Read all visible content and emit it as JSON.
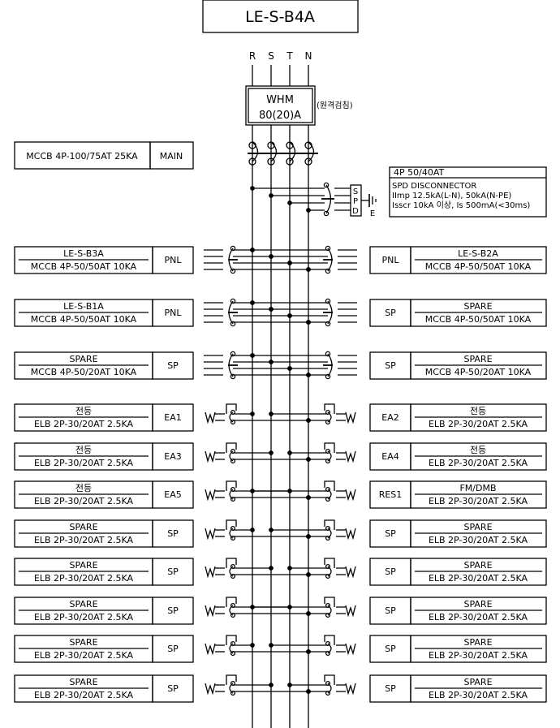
{
  "panel_title": "LE-S-B4A",
  "phases": [
    "R",
    "S",
    "T",
    "N"
  ],
  "meter": {
    "label": "WHM",
    "rating": "80(20)A",
    "note": "(원격검침)"
  },
  "main_breaker": {
    "spec": "MCCB 4P-100/75AT 25KA",
    "tag": "MAIN"
  },
  "spd": {
    "label_letters": [
      "S",
      "P",
      "D"
    ],
    "ground_label": "E",
    "info_line1": "4P 50/40AT",
    "info_line2": "SPD DISCONNECTOR",
    "info_line3": "IImp 12.5kA(L-N), 50kA(N-PE)",
    "info_line4": "Isscr 10kA 이상, Is 500mA(<30ms)"
  },
  "left_circuits": [
    {
      "name": "LE-S-B3A",
      "spec": "MCCB 4P-50/50AT 10KA",
      "tag": "PNL",
      "kind": "mccb"
    },
    {
      "name": "LE-S-B1A",
      "spec": "MCCB 4P-50/50AT 10KA",
      "tag": "PNL",
      "kind": "mccb"
    },
    {
      "name": "SPARE",
      "spec": "MCCB 4P-50/20AT 10KA",
      "tag": "SP",
      "kind": "mccb"
    },
    {
      "name": "전등",
      "spec": "ELB 2P-30/20AT 2.5KA",
      "tag": "EA1",
      "kind": "elb"
    },
    {
      "name": "전등",
      "spec": "ELB 2P-30/20AT 2.5KA",
      "tag": "EA3",
      "kind": "elb"
    },
    {
      "name": "전등",
      "spec": "ELB 2P-30/20AT 2.5KA",
      "tag": "EA5",
      "kind": "elb"
    },
    {
      "name": "SPARE",
      "spec": "ELB 2P-30/20AT 2.5KA",
      "tag": "SP",
      "kind": "elb"
    },
    {
      "name": "SPARE",
      "spec": "ELB 2P-30/20AT 2.5KA",
      "tag": "SP",
      "kind": "elb"
    },
    {
      "name": "SPARE",
      "spec": "ELB 2P-30/20AT 2.5KA",
      "tag": "SP",
      "kind": "elb"
    },
    {
      "name": "SPARE",
      "spec": "ELB 2P-30/20AT 2.5KA",
      "tag": "SP",
      "kind": "elb"
    },
    {
      "name": "SPARE",
      "spec": "ELB 2P-30/20AT 2.5KA",
      "tag": "SP",
      "kind": "elb"
    }
  ],
  "right_circuits": [
    {
      "name": "LE-S-B2A",
      "spec": "MCCB 4P-50/50AT 10KA",
      "tag": "PNL",
      "kind": "mccb"
    },
    {
      "name": "SPARE",
      "spec": "MCCB 4P-50/50AT 10KA",
      "tag": "SP",
      "kind": "mccb"
    },
    {
      "name": "SPARE",
      "spec": "MCCB 4P-50/20AT 10KA",
      "tag": "SP",
      "kind": "mccb"
    },
    {
      "name": "전등",
      "spec": "ELB 2P-30/20AT 2.5KA",
      "tag": "EA2",
      "kind": "elb"
    },
    {
      "name": "전등",
      "spec": "ELB 2P-30/20AT 2.5KA",
      "tag": "EA4",
      "kind": "elb"
    },
    {
      "name": "FM/DMB",
      "spec": "ELB 2P-30/20AT 2.5KA",
      "tag": "RES1",
      "kind": "elb"
    },
    {
      "name": "SPARE",
      "spec": "ELB 2P-30/20AT 2.5KA",
      "tag": "SP",
      "kind": "elb"
    },
    {
      "name": "SPARE",
      "spec": "ELB 2P-30/20AT 2.5KA",
      "tag": "SP",
      "kind": "elb"
    },
    {
      "name": "SPARE",
      "spec": "ELB 2P-30/20AT 2.5KA",
      "tag": "SP",
      "kind": "elb"
    },
    {
      "name": "SPARE",
      "spec": "ELB 2P-30/20AT 2.5KA",
      "tag": "SP",
      "kind": "elb"
    },
    {
      "name": "SPARE",
      "spec": "ELB 2P-30/20AT 2.5KA",
      "tag": "SP",
      "kind": "elb"
    }
  ]
}
